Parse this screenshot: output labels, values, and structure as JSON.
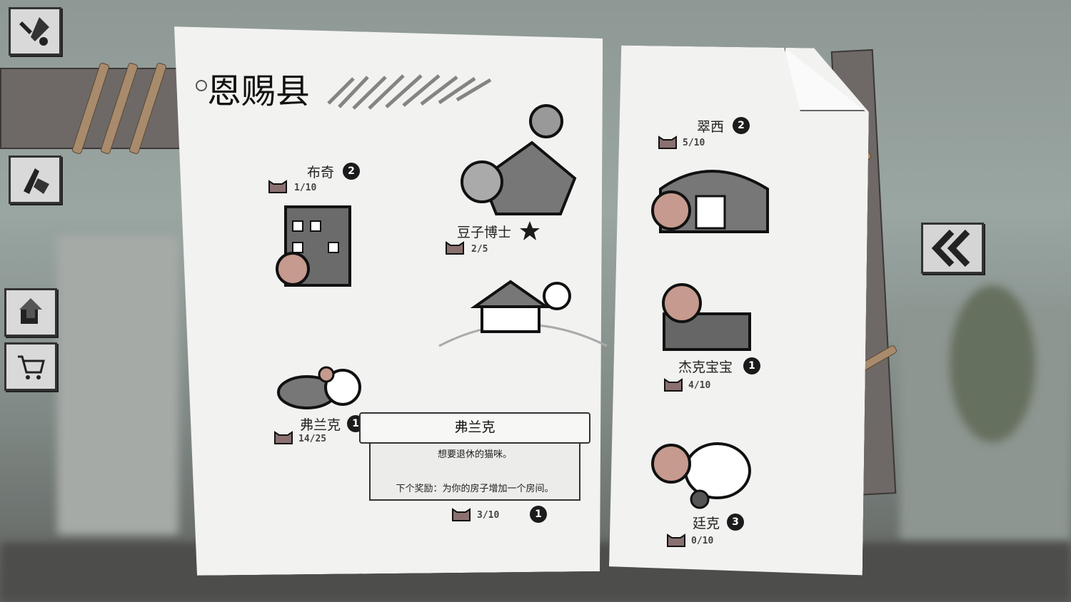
{
  "map": {
    "title": "恩赐县"
  },
  "locations": [
    {
      "name": "布奇",
      "badge": "2",
      "count": "1/10"
    },
    {
      "name": "豆子博士",
      "count": "2/5"
    },
    {
      "name": "翠西",
      "badge": "2",
      "count": "5/10"
    },
    {
      "name": "杰克宝宝",
      "badge": "1",
      "count": "4/10"
    },
    {
      "name": "弗兰克",
      "badge": "1",
      "count": "14/25"
    },
    {
      "name": "",
      "badge": "1",
      "count": "3/10"
    },
    {
      "name": "廷克",
      "badge": "3",
      "count": "0/10"
    }
  ],
  "tooltip": {
    "title": "弗兰克",
    "description": "想要退休的猫咪。",
    "reward": "下个奖励：为你的房子增加一个房间。"
  },
  "icons": {
    "tools": "tools-icon",
    "crafting": "crafting-icon",
    "upgrade": "upgrade-icon",
    "shop": "shopping-cart-icon",
    "back": "double-chevron-left-icon",
    "cat": "cat-head-icon",
    "star": "star-icon"
  },
  "colors": {
    "paper": "#f2f2f0",
    "ink": "#1b1b1b",
    "wood": "#6e6966",
    "rope": "#a88b6c",
    "cat": "#8a7170"
  }
}
